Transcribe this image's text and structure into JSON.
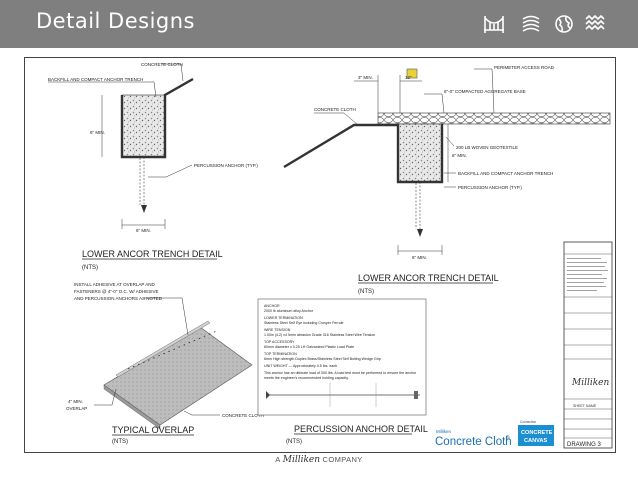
{
  "header": {
    "title": "Detail Designs",
    "icons": [
      "bridge-icon",
      "layers-icon",
      "globe-icon",
      "waves-icon"
    ]
  },
  "detail_1": {
    "title": "LOWER ANCOR TRENCH DETAIL",
    "scale": "(NTS)",
    "labels": {
      "concrete_cloth": "CONCRETE CLOTH",
      "backfill": "BACKFILL AND COMPACT ANCHOR TRENCH",
      "min_depth": "6\" MIN.",
      "percussion": "PERCUSSION ANCHOR (TYP.)",
      "min_width": "6\" MIN."
    }
  },
  "detail_2": {
    "title": "LOWER ANCOR TRENCH DETAIL",
    "scale": "(NTS)",
    "labels": {
      "perimeter_road": "PERIMETER ACCESS ROAD",
      "min_offset": "3\" MIN.",
      "offset": "12\"",
      "aggregate": "6\"-0\" COMPACTED AGGREGATE BASE",
      "concrete_cloth": "CONCRETE CLOTH",
      "geotextile": "200 LB WOVEN GEOTEXTILE",
      "min_depth": "6\" MIN.",
      "backfill": "BACKFILL AND COMPACT ANCHOR TRENCH",
      "percussion": "PERCUSSION ANCHOR (TYP.)",
      "min_width": "6\" MIN."
    }
  },
  "detail_3": {
    "title": "TYPICAL OVERLAP",
    "scale": "(NTS)",
    "note_lines": [
      "INSTALL ADHESIVE AT OVERLAP AND",
      "FASTENERS @ 4\"-0\" O.C. W/ ADHESIVE",
      "AND PERCUSSION ANCHORS AS NOTED"
    ],
    "overlap": [
      "4\" MIN.",
      "OVERLAP"
    ],
    "concrete_cloth": "CONCRETE CLOTH"
  },
  "detail_4": {
    "title": "PERCUSSION ANCHOR DETAIL",
    "scale": "(NTS)",
    "spec_lines": [
      "ANCHOR",
      "2000 lb aluminum alloy Anchor",
      "LOWER TERMINATION",
      "Stainless Steel Self Eye including Crosper Ferrule",
      "WIRE TENSION",
      "1.00in (4.2) x4 5mm abrasion Grade 316 Stainless Steel Wire Tension",
      "TOP ACCESSORY",
      "60mm diameter x 0.25 LH Galvanized Plastic Load Plate",
      "TOP TERMINATION",
      "6mm High strength Duplex Brass/Stainless Steel Self Bolting Wedge Grip",
      "UNIT WEIGHT — Approximately 0.5 lbs. each",
      "This anchor has an ultimate load of 300 lbs. A load test must be performed to ensure the anchor",
      "meets the engineer's recommended holding capacity."
    ]
  },
  "title_block": {
    "brand": "Milliken",
    "label_1": "SHEET NAME",
    "label_2": "DRAWING 3"
  },
  "logos": {
    "milliken_small": "Milliken",
    "product": "Concrete Cloth",
    "mark": "®",
    "connection": "Connection",
    "partner_1": "CONCRETE",
    "partner_2": "CANVAS"
  },
  "footer": {
    "prefix": "A",
    "brand": "Milliken",
    "suffix": "COMPANY"
  },
  "colors": {
    "header_bg": "#7f7f7f",
    "header_text": "#ffffff",
    "product_blue": "#1a6fb5",
    "partner_blue": "#1b8fd1",
    "road_marker": "#e8d23a"
  }
}
